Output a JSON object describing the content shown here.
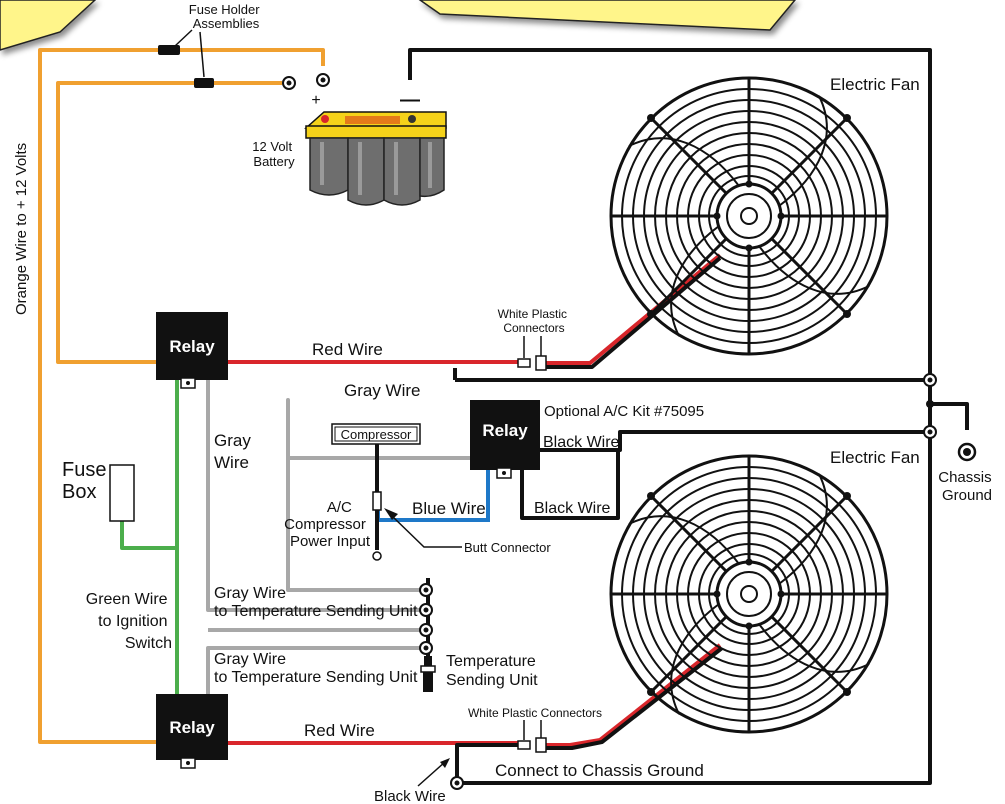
{
  "title": "Dual electric fan wiring diagram",
  "colors": {
    "orange_wire": "#f0a030",
    "red_wire": "#d9262b",
    "gray_wire": "#a8a8a8",
    "green_wire": "#4cae4c",
    "blue_wire": "#1e78c8",
    "black_wire": "#111111",
    "note_fill": "#fff58a",
    "battery_top": "#f5d21a"
  },
  "labels": {
    "fuse_holders": "Fuse Holder\nAssemblies",
    "battery": "12 Volt\nBattery",
    "plus": "+",
    "minus": "—",
    "orange_wire": "Orange Wire to + 12 Volts",
    "electric_fan_top": "Electric Fan",
    "electric_fan_bottom": "Electric Fan",
    "white_connectors_top": "White Plastic\nConnectors",
    "white_connectors_bottom": "White Plastic Connectors",
    "red_wire_top": "Red Wire",
    "red_wire_bottom": "Red Wire",
    "relay_top": "Relay",
    "relay_ac": "Relay",
    "relay_bottom": "Relay",
    "gray_wire_top": "Gray Wire",
    "gray_wire_vertical": "Gray\nWire",
    "optional_kit": "Optional A/C Kit #75095",
    "black_wire_1": "Black Wire",
    "black_wire_2": "Black Wire",
    "black_wire_bottom": "Black Wire",
    "compressor": "Compressor",
    "ac_power_input": "A/C\nCompressor\nPower Input",
    "blue_wire": "Blue Wire",
    "butt_connector": "Butt Connector",
    "fuse_box": "Fuse\nBox",
    "green_wire": "Green Wire\nto Ignition\nSwitch",
    "gray_temp_1": "Gray Wire\nto Temperature Sending Unit",
    "gray_temp_2": "Gray Wire\nto Temperature Sending Unit",
    "temp_sending_unit": "Temperature\nSending Unit",
    "chassis_ground": "Chassis\nGround",
    "connect_chassis": "Connect to Chassis Ground"
  }
}
